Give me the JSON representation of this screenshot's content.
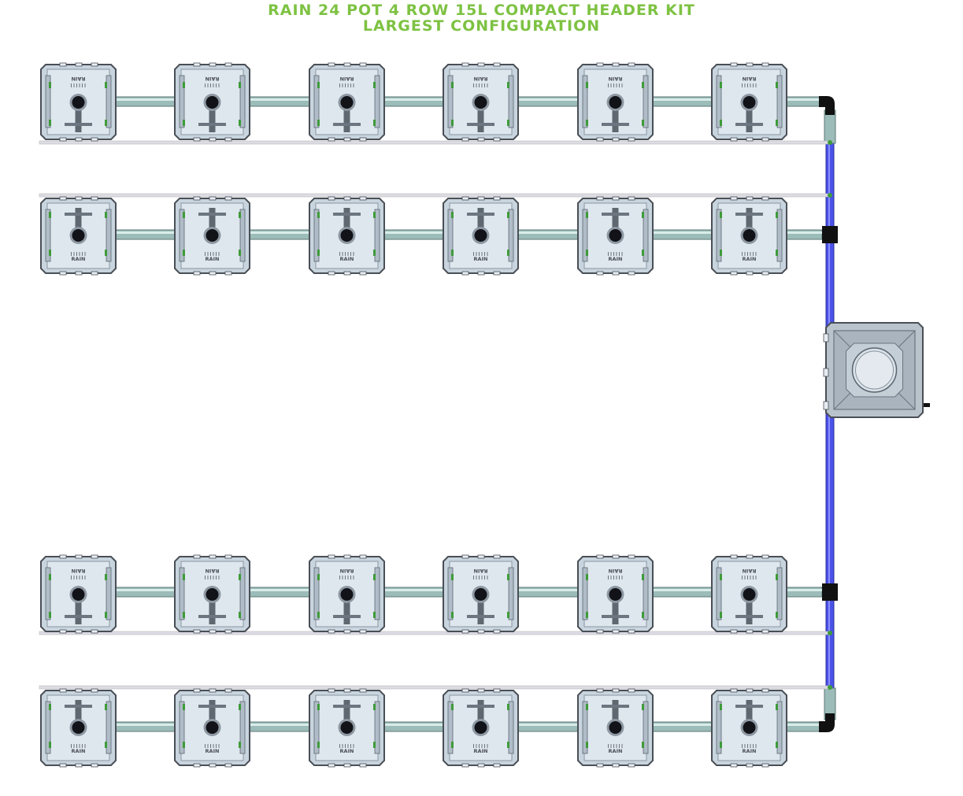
{
  "title": {
    "line1": "RAIN 24 POT 4 ROW 15L COMPACT HEADER KIT",
    "line2": "LARGEST CONFIGURATION"
  },
  "pot_label": "RAIN",
  "layout": {
    "rows": 4,
    "pots_per_row": 6,
    "pot_orientations": [
      "up",
      "down",
      "up",
      "down"
    ]
  },
  "colors": {
    "title": "#7dc242",
    "pot_body": "#c8d4de",
    "pot_inner": "#dfe7ee",
    "pot_border": "#4a4f56",
    "pipe": "#9bbcb8",
    "feed_line": "#dcdce2",
    "main_line": "#4a52e8",
    "connector": "#111111",
    "accent_green": "#3f9b3a"
  }
}
